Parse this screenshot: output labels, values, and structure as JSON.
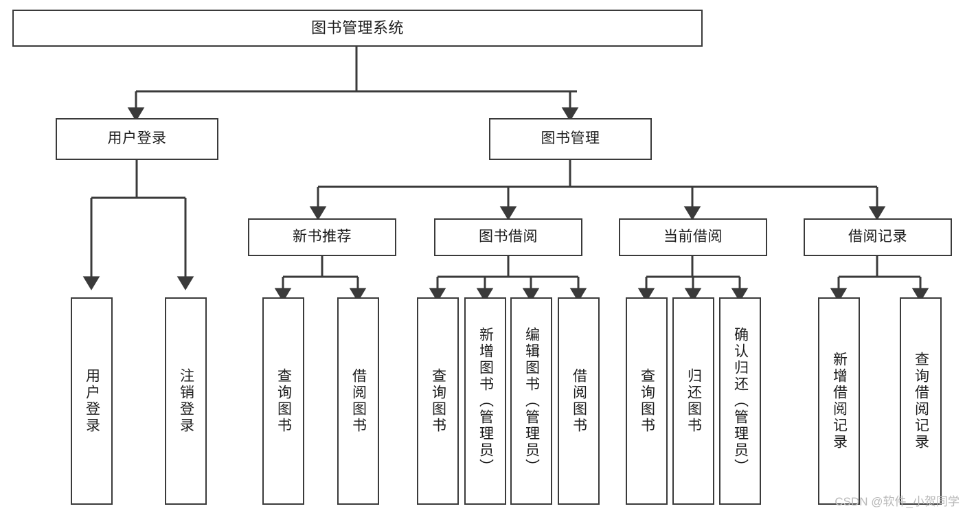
{
  "diagram": {
    "type": "tree-hierarchy-chart",
    "title": "图书管理系统",
    "orientation": "top-down",
    "line_color": "#3a3a3a",
    "box_fill": "#ffffff",
    "text_color": "#1c1c1c",
    "watermark": "CSDN @软件_小贺同学",
    "levels": {
      "level0": [
        {
          "id": "root",
          "label": "图书管理系统"
        }
      ],
      "level1": [
        {
          "id": "user-login",
          "label": "用户登录"
        },
        {
          "id": "book-manage",
          "label": "图书管理"
        }
      ],
      "level2": [
        {
          "id": "new-book-recommend",
          "label": "新书推荐",
          "parent": "book-manage"
        },
        {
          "id": "book-borrow",
          "label": "图书借阅",
          "parent": "book-manage"
        },
        {
          "id": "current-borrow",
          "label": "当前借阅",
          "parent": "book-manage"
        },
        {
          "id": "borrow-record",
          "label": "借阅记录",
          "parent": "book-manage"
        }
      ],
      "level3": [
        {
          "id": "leaf-user-login",
          "label": "用户登录",
          "parent": "user-login"
        },
        {
          "id": "leaf-logout-login",
          "label": "注销登录",
          "parent": "user-login"
        },
        {
          "id": "leaf-query-book-1",
          "label": "查询图书",
          "parent": "new-book-recommend"
        },
        {
          "id": "leaf-borrow-book-1",
          "label": "借阅图书",
          "parent": "new-book-recommend"
        },
        {
          "id": "leaf-query-book-2",
          "label": "查询图书",
          "parent": "book-borrow"
        },
        {
          "id": "leaf-add-book",
          "label": "新增图书（管理员）",
          "parent": "book-borrow"
        },
        {
          "id": "leaf-edit-book",
          "label": "编辑图书（管理员）",
          "parent": "book-borrow"
        },
        {
          "id": "leaf-borrow-book-2",
          "label": "借阅图书",
          "parent": "book-borrow"
        },
        {
          "id": "leaf-query-book-3",
          "label": "查询图书",
          "parent": "current-borrow"
        },
        {
          "id": "leaf-return-book",
          "label": "归还图书",
          "parent": "current-borrow"
        },
        {
          "id": "leaf-confirm-return",
          "label": "确认归还（管理员）",
          "parent": "current-borrow"
        },
        {
          "id": "leaf-add-record",
          "label": "新增借阅记录",
          "parent": "borrow-record"
        },
        {
          "id": "leaf-query-record",
          "label": "查询借阅记录",
          "parent": "borrow-record"
        }
      ]
    }
  }
}
